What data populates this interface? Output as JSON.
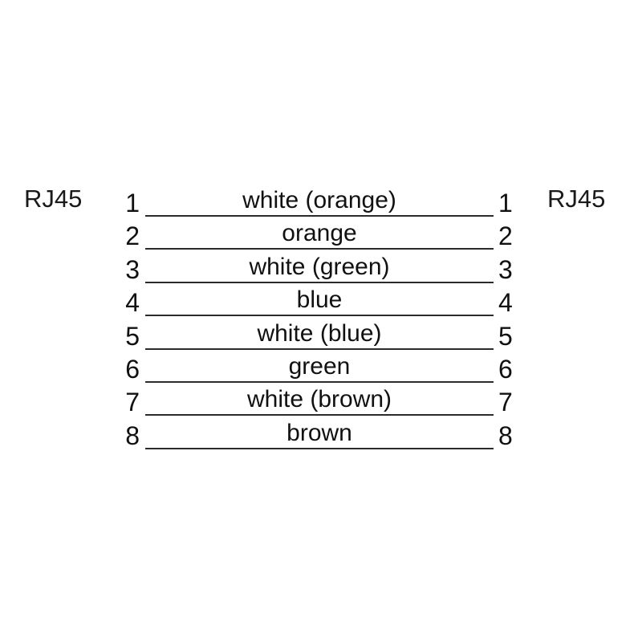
{
  "diagram": {
    "title_left": "RJ45",
    "title_right": "RJ45",
    "colors": {
      "background": "#ffffff",
      "line": "#2b2b2b",
      "text": "#111111"
    },
    "pins": [
      {
        "left_number": "1",
        "right_number": "1",
        "wire_label": "white (orange)"
      },
      {
        "left_number": "2",
        "right_number": "2",
        "wire_label": "orange"
      },
      {
        "left_number": "3",
        "right_number": "3",
        "wire_label": "white (green)"
      },
      {
        "left_number": "4",
        "right_number": "4",
        "wire_label": "blue"
      },
      {
        "left_number": "5",
        "right_number": "5",
        "wire_label": "white (blue)"
      },
      {
        "left_number": "6",
        "right_number": "6",
        "wire_label": "green"
      },
      {
        "left_number": "7",
        "right_number": "7",
        "wire_label": "white (brown)"
      },
      {
        "left_number": "8",
        "right_number": "8",
        "wire_label": "brown"
      }
    ]
  }
}
